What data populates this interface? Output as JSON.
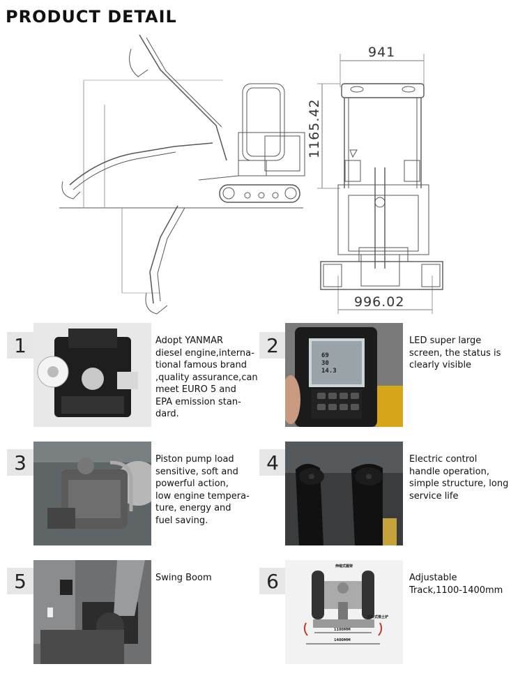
{
  "page": {
    "title": "PRODUCT DETAIL"
  },
  "drawing": {
    "dim_top_width": "941",
    "dim_height": "1165.42",
    "dim_bottom_width": "996.02"
  },
  "features": [
    {
      "number": "1",
      "photo_icon": "engine-icon",
      "lines": [
        "Adopt YANMAR",
        "diesel engine,interna-",
        "tional famous brand",
        ",quality assurance,can",
        "meet EURO 5 and",
        "EPA emission stan-",
        "dard."
      ]
    },
    {
      "number": "2",
      "photo_icon": "display-screen-icon",
      "lines": [
        "LED super large",
        "screen, the status is",
        "clearly visible"
      ]
    },
    {
      "number": "3",
      "photo_icon": "pump-icon",
      "lines": [
        "Piston pump load",
        "sensitive, soft and",
        "powerful action,",
        "low engine tempera-",
        "ture, energy and",
        "fuel saving."
      ]
    },
    {
      "number": "4",
      "photo_icon": "joystick-icon",
      "lines": [
        "Electric control",
        "handle operation,",
        "simple structure, long",
        "service life"
      ]
    },
    {
      "number": "5",
      "photo_icon": "swing-boom-icon",
      "lines": [
        "Swing Boom"
      ]
    },
    {
      "number": "6",
      "photo_icon": "track-icon",
      "lines": [
        "Adjustable",
        "Track,1100-1400mm"
      ]
    }
  ],
  "track_photo": {
    "label_top": "伸缩式履架",
    "label_right": "旋转式推土铲",
    "label_narrow": "1100MM",
    "label_wide": "1400MM"
  },
  "screen_photo": {
    "readouts": [
      "69",
      "30",
      "14.3"
    ]
  }
}
